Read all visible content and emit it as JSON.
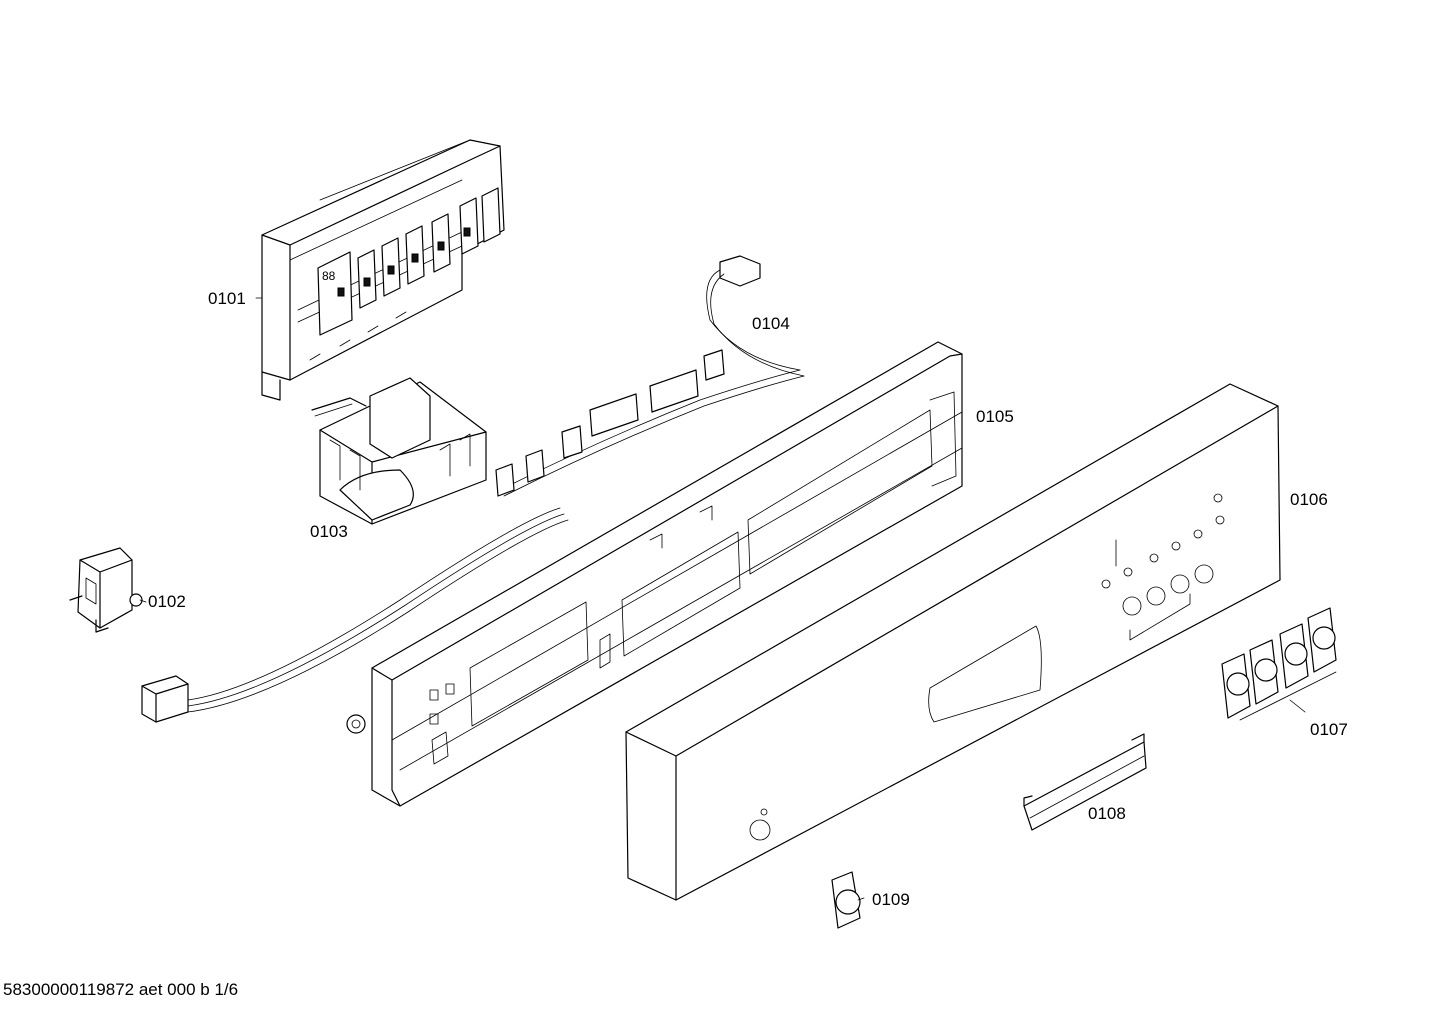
{
  "parts": [
    {
      "id": "0101",
      "label": "0101"
    },
    {
      "id": "0102",
      "label": "0102"
    },
    {
      "id": "0103",
      "label": "0103"
    },
    {
      "id": "0104",
      "label": "0104"
    },
    {
      "id": "0105",
      "label": "0105"
    },
    {
      "id": "0106",
      "label": "0106"
    },
    {
      "id": "0107",
      "label": "0107"
    },
    {
      "id": "0108",
      "label": "0108"
    },
    {
      "id": "0109",
      "label": "0109"
    }
  ],
  "footer": {
    "text": "58300000119872 aet 000 b 1/6"
  }
}
